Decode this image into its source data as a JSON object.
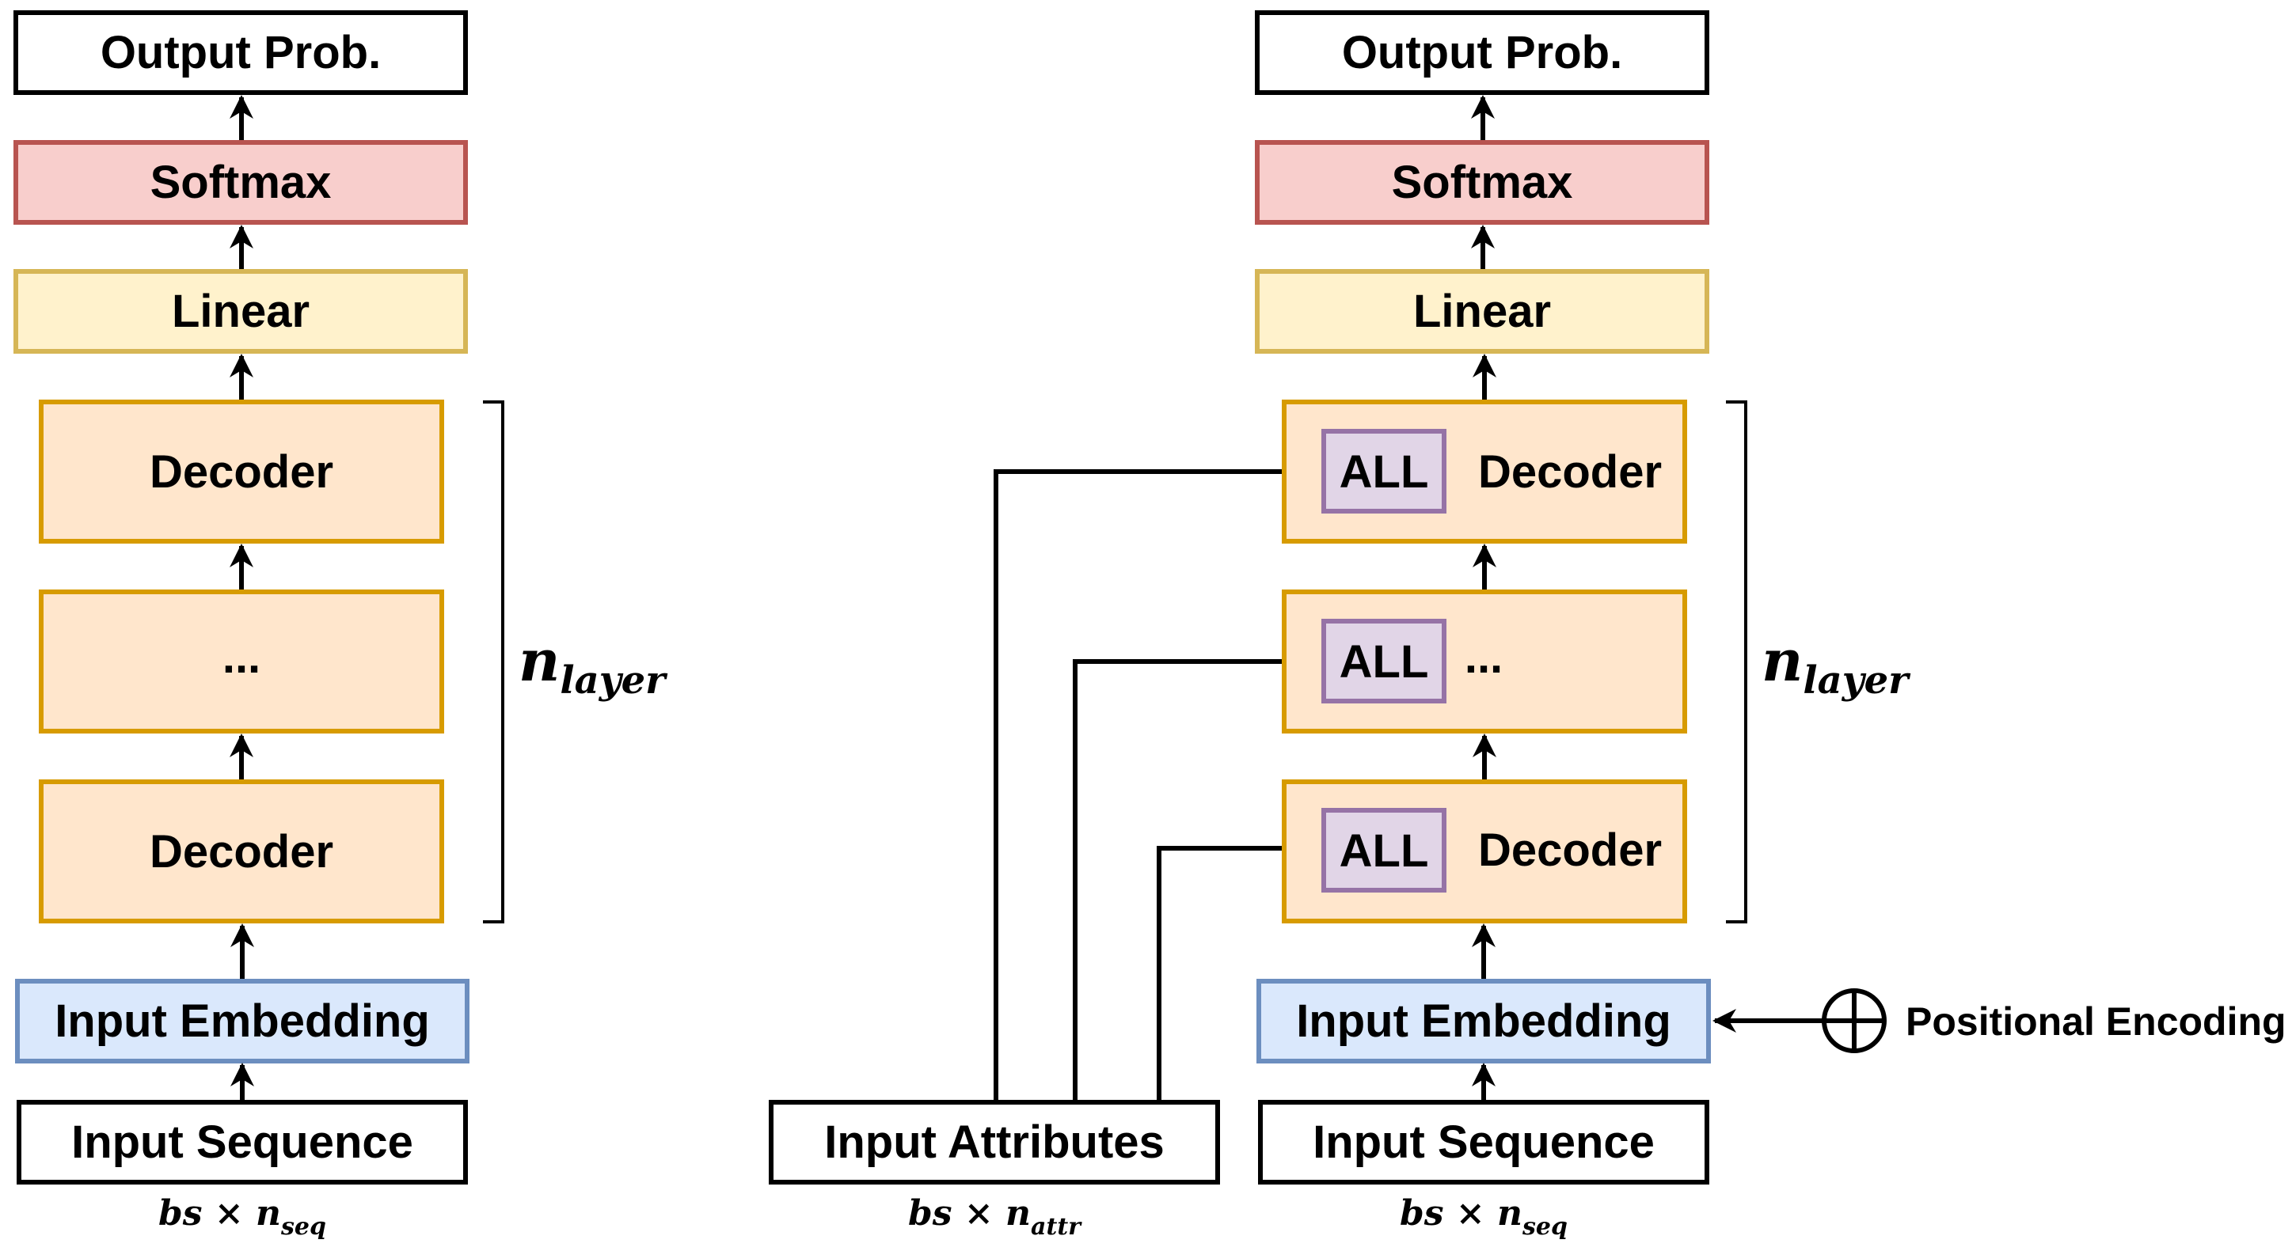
{
  "colors": {
    "output_fill": "#ffffff",
    "output_stroke": "#000000",
    "softmax_fill": "#f8cecc",
    "softmax_stroke": "#b85450",
    "linear_fill": "#fff2cc",
    "linear_stroke": "#d6b656",
    "decoder_fill": "#ffe6cc",
    "decoder_stroke": "#d79b00",
    "embedding_fill": "#dae8fc",
    "embedding_stroke": "#6c8ebf",
    "all_fill": "#e1d5e7",
    "all_stroke": "#9673a6"
  },
  "left": {
    "output": "Output Prob.",
    "softmax": "Softmax",
    "linear": "Linear",
    "decoder_top": "Decoder",
    "decoder_mid": "...",
    "decoder_bottom": "Decoder",
    "embedding": "Input Embedding",
    "input": "Input Sequence",
    "layer_label_main": "n",
    "layer_label_sub": "layer",
    "dim_prefix": "bs × n",
    "dim_sub": "seq"
  },
  "right": {
    "output": "Output Prob.",
    "softmax": "Softmax",
    "linear": "Linear",
    "decoder_top": "Decoder",
    "decoder_mid": "...",
    "decoder_bottom": "Decoder",
    "all_top": "ALL",
    "all_mid": "ALL",
    "all_bottom": "ALL",
    "embedding": "Input Embedding",
    "input": "Input Sequence",
    "positional": "Positional Encoding",
    "layer_label_main": "n",
    "layer_label_sub": "layer",
    "dim_prefix": "bs × n",
    "dim_sub": "seq"
  },
  "attributes": {
    "input": "Input Attributes",
    "dim_prefix": "bs × n",
    "dim_sub": "attr"
  }
}
